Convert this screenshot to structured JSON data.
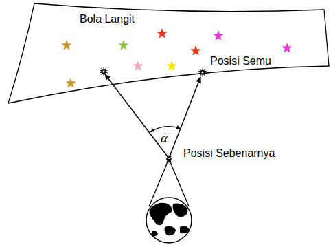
{
  "diagram": {
    "labels": [
      "Bola Langit",
      "Posisi Semu",
      "Posisi Sebenarnya",
      "α"
    ]
  }
}
